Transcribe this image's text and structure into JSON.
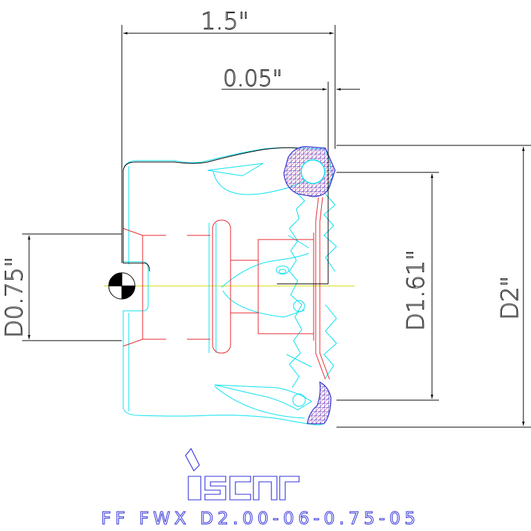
{
  "dimensions": {
    "width_overall": "1.5\"",
    "offset": "0.05\"",
    "bore_diameter": "D0.75\"",
    "inner_diameter": "D1.61\"",
    "cutting_diameter": "D2\""
  },
  "logo": {
    "brand": "iscar"
  },
  "title": "FF FWX D2.00-06-0.75-05",
  "colors": {
    "dimension": "#000000",
    "body_outline": "#00e0f0",
    "hidden_lines": "#e8222a",
    "insert_hatch": "#3a3ad0",
    "title": "#2a2ad8"
  }
}
